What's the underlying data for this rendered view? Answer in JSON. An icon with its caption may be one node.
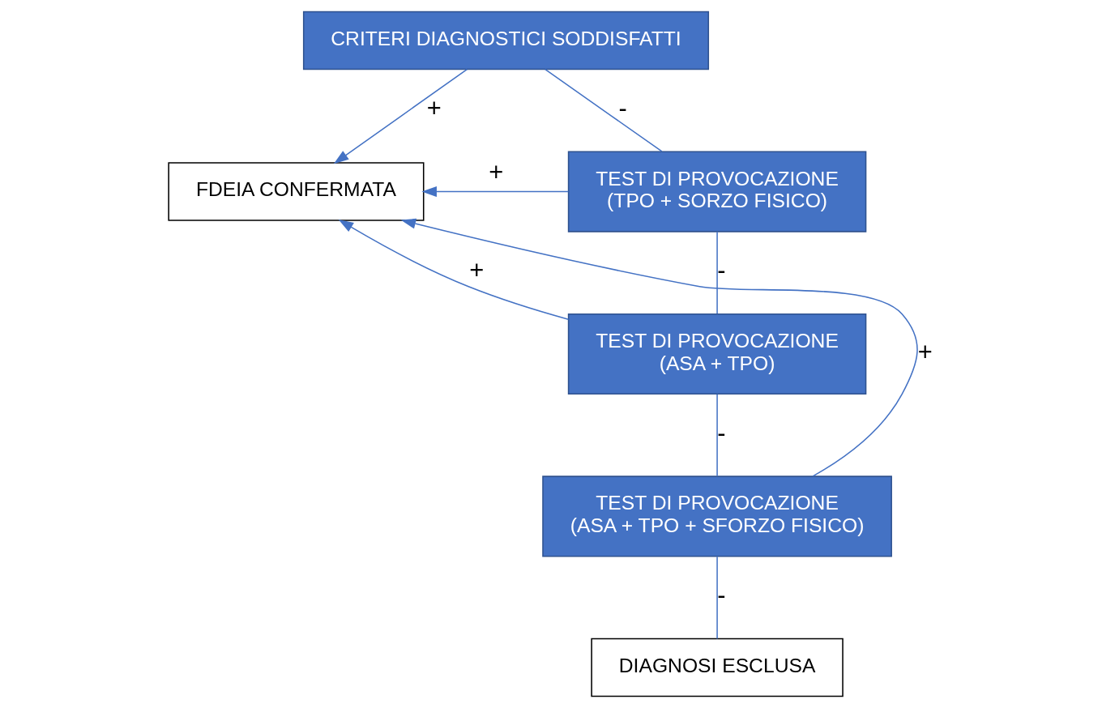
{
  "diagram": {
    "nodes": [
      {
        "text": [
          "CRITERI DIAGNOSTICI SODDISFATTI"
        ]
      },
      {
        "text": [
          "FDEIA CONFERMATA"
        ]
      },
      {
        "text": [
          "TEST DI PROVOCAZIONE",
          "(TPO + SORZO FISICO)"
        ]
      },
      {
        "text": [
          "TEST DI PROVOCAZIONE",
          "(ASA + TPO)"
        ]
      },
      {
        "text": [
          "TEST DI PROVOCAZIONE",
          "(ASA + TPO + SFORZO FISICO)"
        ]
      },
      {
        "text": [
          "DIAGNOSI ESCLUSA"
        ]
      }
    ],
    "edges": [
      {
        "from": 0,
        "to": 1,
        "arrow": "to",
        "label": "+"
      },
      {
        "from": 0,
        "to": 2,
        "arrow": "none",
        "label": "-"
      },
      {
        "from": 2,
        "to": 1,
        "arrow": "to",
        "label": "+"
      },
      {
        "from": 2,
        "to": 3,
        "arrow": "none",
        "label": "-"
      },
      {
        "from": 3,
        "to": 1,
        "arrow": "to",
        "label": "+"
      },
      {
        "from": 3,
        "to": 4,
        "arrow": "none",
        "label": "-"
      },
      {
        "from": 4,
        "to": 1,
        "arrow": "to",
        "label": "+"
      },
      {
        "from": 4,
        "to": 5,
        "arrow": "none",
        "label": "-"
      }
    ]
  }
}
